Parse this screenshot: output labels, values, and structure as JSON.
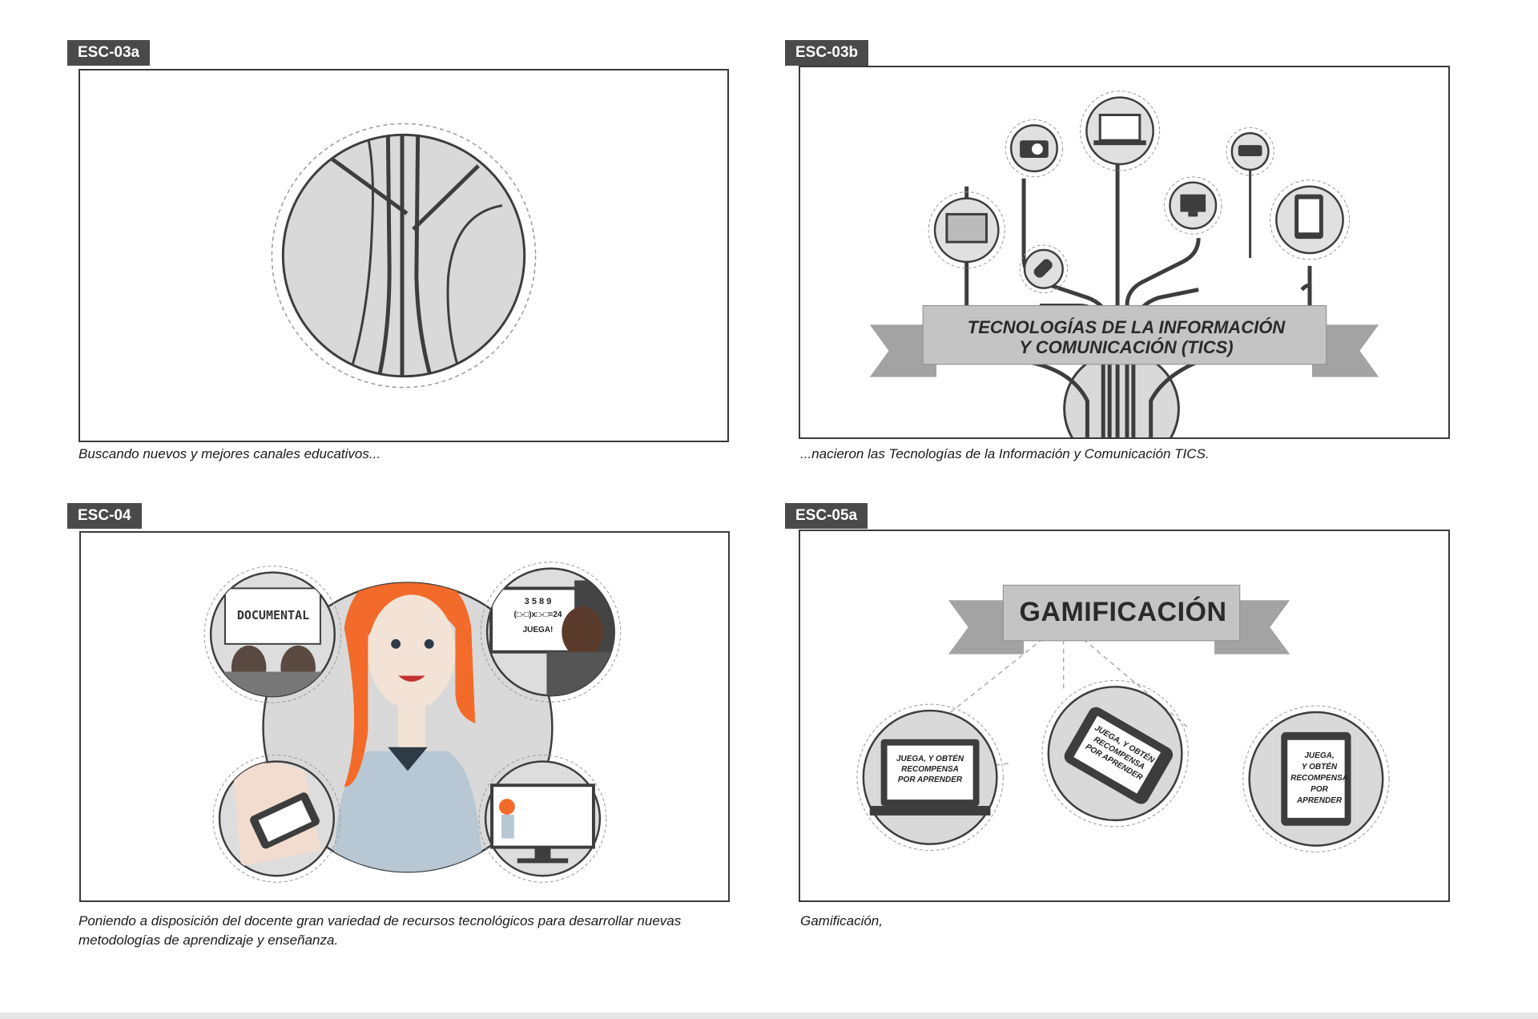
{
  "panels": [
    {
      "id": "ESC-03a",
      "caption": "Buscando nuevos y mejores canales educativos..."
    },
    {
      "id": "ESC-03b",
      "caption": "...nacieron las Tecnologías de la Información y Comunicación TICS.",
      "banner_line1": "TECNOLOGÍAS DE LA INFORMACIÓN",
      "banner_line2": "Y COMUNICACIÓN (TICS)"
    },
    {
      "id": "ESC-04",
      "caption": "Poniendo a disposición del docente gran variedad de recursos tecnológicos para desarrollar nuevas metodologías de aprendizaje y enseñanza.",
      "documental_label": "DOCUMENTAL",
      "game_digits": "3 5 8 9",
      "game_equation": "(□-□)x□-□=24",
      "game_button": "JUEGA!"
    },
    {
      "id": "ESC-05a",
      "caption": "Gamificación,",
      "banner": "GAMIFICACIÓN",
      "device_text_laptop": [
        "JUEGA, Y OBTÉN",
        "RECOMPENSA",
        "POR APRENDER"
      ],
      "device_text_phone": [
        "JUEGA, Y OBTÉN",
        "RECOMPENSA",
        "POR APRENDER"
      ],
      "device_text_tablet": [
        "JUEGA,",
        "Y OBTÉN",
        "RECOMPENSA",
        "POR",
        "APRENDER"
      ]
    }
  ],
  "colors": {
    "tag_bg": "#4a4a4a",
    "frame_border": "#3a3a3a",
    "illustration_grey": "#d9d9d9",
    "dark": "#3d3d3d",
    "hair": "#f26b2a",
    "sweater": "#b7c7d3"
  }
}
